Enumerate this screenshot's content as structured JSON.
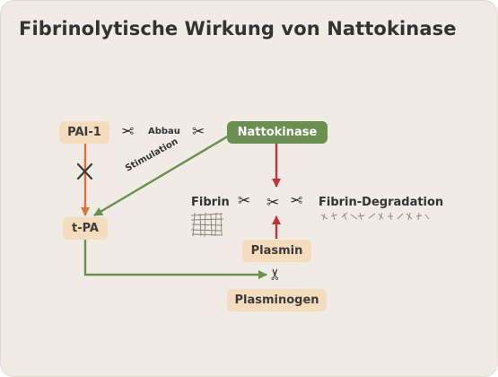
{
  "title": "Fibrinolytische Wirkung von Nattokinase",
  "nodes": {
    "pai1": "PAI-1",
    "nattokinase": "Nattokinase",
    "tpa": "t-PA",
    "plasmin": "Plasmin",
    "plasminogen": "Plasminogen"
  },
  "labels": {
    "abbau": "Abbau",
    "stimulation": "Stimulation",
    "fibrin": "Fibrin",
    "fibrin_degradation": "Fibrin-Degradation"
  },
  "icons": {
    "scissors": "✂",
    "inhibit": "cross-icon",
    "fibrin_mesh": "mesh-icon",
    "fibrin_fragments": "fragments-icon"
  },
  "colors": {
    "background": "#f1ebe6",
    "node_beige": "#f5dcbf",
    "node_green": "#6b8f50",
    "arrow_green": "#6b8f50",
    "arrow_orange": "#e0703a",
    "arrow_red": "#c0353a"
  }
}
